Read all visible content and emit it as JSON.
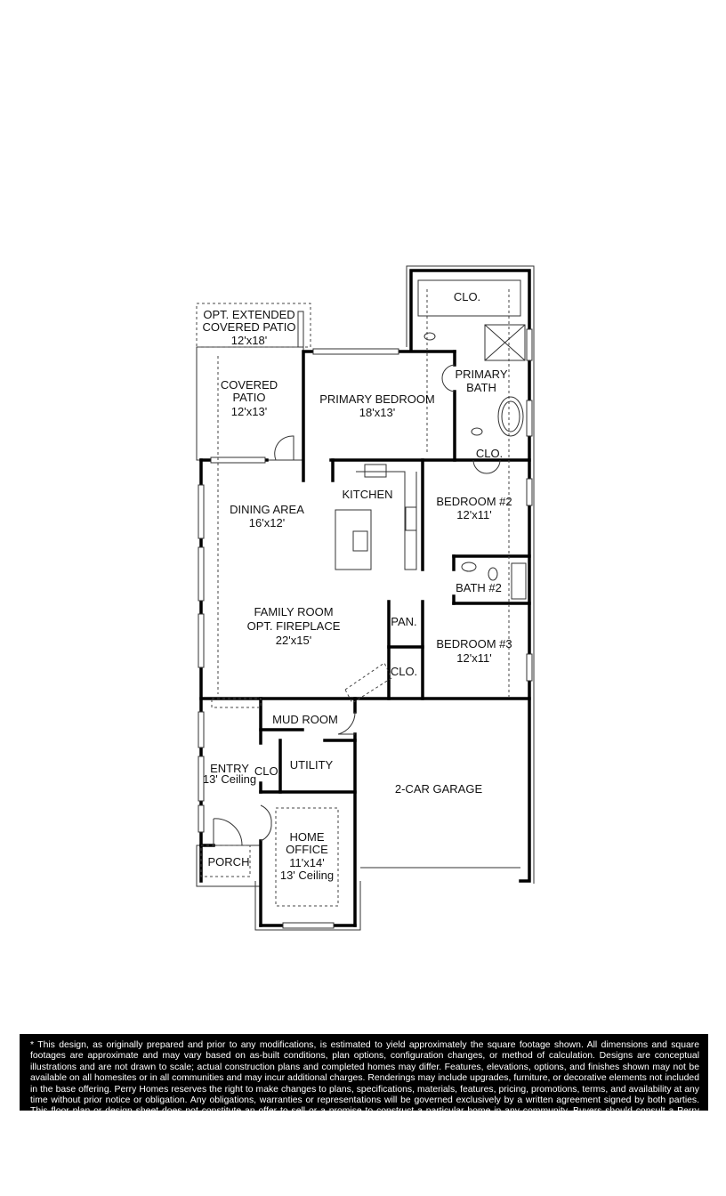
{
  "floor_plan": {
    "rooms": {
      "opt_patio": {
        "line1": "OPT. EXTENDED",
        "line2": "COVERED PATIO",
        "size": "12'x18'"
      },
      "covered_patio": {
        "line1": "COVERED",
        "line2": "PATIO",
        "size": "12'x13'"
      },
      "primary_bedroom": {
        "name": "PRIMARY BEDROOM",
        "size": "18'x13'"
      },
      "primary_bath": {
        "line1": "PRIMARY",
        "line2": "BATH"
      },
      "primary_closet": {
        "name": "CLO."
      },
      "primary_closet_2": {
        "name": "CLO."
      },
      "kitchen": {
        "name": "KITCHEN"
      },
      "dining": {
        "name": "DINING AREA",
        "size": "16'x12'"
      },
      "bedroom2": {
        "name": "BEDROOM #2",
        "size": "12'x11'"
      },
      "bath2": {
        "name": "BATH #2"
      },
      "family": {
        "line1": "FAMILY ROOM",
        "line2": "OPT. FIREPLACE",
        "size": "22'x15'"
      },
      "pantry": {
        "name": "PAN."
      },
      "hall_closet": {
        "name": "CLO."
      },
      "bedroom3": {
        "name": "BEDROOM #3",
        "size": "12'x11'"
      },
      "mud_room": {
        "name": "MUD ROOM"
      },
      "utility": {
        "name": "UTILITY"
      },
      "entry_closet": {
        "name": "CLO."
      },
      "entry": {
        "name": "ENTRY",
        "ceiling": "13' Ceiling"
      },
      "garage": {
        "name": "2-CAR GARAGE"
      },
      "office": {
        "line1": "HOME",
        "line2": "OFFICE",
        "size": "11'x14'",
        "ceiling": "13' Ceiling"
      },
      "porch": {
        "name": "PORCH"
      }
    }
  },
  "disclaimer": "* This design, as originally prepared and prior to any modifications, is estimated to yield approximately the square footage shown. All dimensions and square footages are approximate and may vary based on as-built conditions, plan options, configuration changes, or method of calculation. Designs are conceptual illustrations and are not drawn to scale; actual construction plans and completed homes may differ. Features, elevations, options, and finishes shown may not be available on all homesites or in all communities and may incur additional charges. Renderings may include upgrades, furniture, or decorative elements not included in the base offering. Perry Homes reserves the right to make changes to plans, specifications, materials, features, pricing, promotions, terms, and availability at any time without prior notice or obligation. Any obligations, warranties or representations will be governed exclusively by a written agreement signed by both parties. This floor plan or design sheet does not constitute an offer to sell or a promise to construct a particular home in any community. Buyers should consult a Perry Homes sales representative to confirm current availability and"
}
